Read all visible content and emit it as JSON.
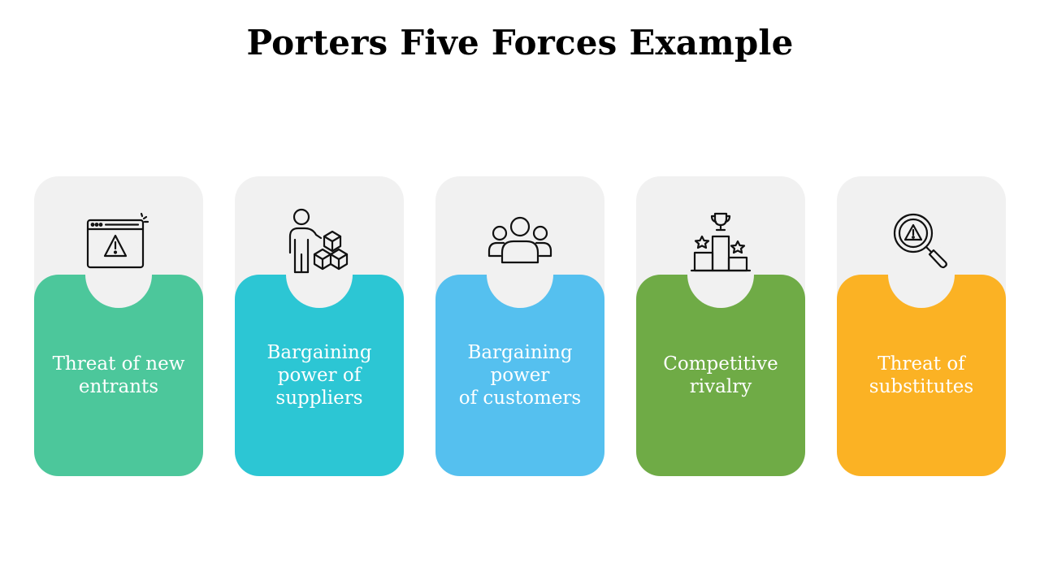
{
  "title": "Porters Five Forces Example",
  "forces": [
    {
      "label": "Threat of new\nentrants",
      "color": "#4cc79b",
      "icon": "browser-warning-icon"
    },
    {
      "label": "Bargaining\npower of\nsuppliers",
      "color": "#2cc6d4",
      "icon": "person-boxes-icon"
    },
    {
      "label": "Bargaining\npower\nof customers",
      "color": "#55c0ef",
      "icon": "customers-group-icon"
    },
    {
      "label": "Competitive\nrivalry",
      "color": "#6fab46",
      "icon": "podium-trophy-icon"
    },
    {
      "label": "Threat of\nsubstitutes",
      "color": "#fbb224",
      "icon": "magnifier-warning-icon"
    }
  ]
}
